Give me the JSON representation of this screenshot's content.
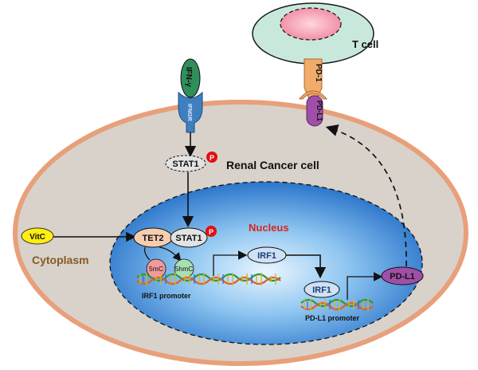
{
  "labels": {
    "t_cell": "T cell",
    "pd1": "PD-1",
    "pdl1_membrane": "PD-L1",
    "ifn": "IFN-γ",
    "ifngr": "IFNGR",
    "stat1_cyto": "STAT1",
    "phospho": "P",
    "renal_cell": "Renal Cancer cell",
    "nucleus": "Nucleus",
    "vitc": "VitC",
    "cytoplasm": "Cytoplasm",
    "tet2": "TET2",
    "stat1_nuc": "STAT1",
    "five_mc": "5mC",
    "five_hmc": "5hmC",
    "irf1_promoter": "IRF1 promoter",
    "irf1_a": "IRF1",
    "irf1_b": "IRF1",
    "pdl1_promoter": "PD-L1 promoter",
    "pdl1_nuc": "PD-L1"
  },
  "colors": {
    "cell_fill": "#d8d2cb",
    "cell_border": "#e8a07a",
    "tcell_fill": "#c8e8dc",
    "tcell_nucleus": "#f3a2b4",
    "nucleus_deep": "#1a67c4",
    "nucleus_light": "#eaf6ff",
    "red_text": "#d9261c",
    "cytoplasm_text": "#8a5a1e",
    "pd1_orange": "#f1ac6b",
    "pdl1_purple": "#a04fa8",
    "ifn_green": "#2f8f5b",
    "ifngr_blue": "#3f7fbf",
    "vitc_yellow": "#ffee10",
    "tet2_fill": "#f5cdb0",
    "stat1_fill": "#e3e3e3",
    "irf1_fill": "#cfe1f5",
    "mc_fill": "#f09a9a",
    "hmc_fill": "#a8dfb5",
    "phospho_red": "#e01010"
  }
}
